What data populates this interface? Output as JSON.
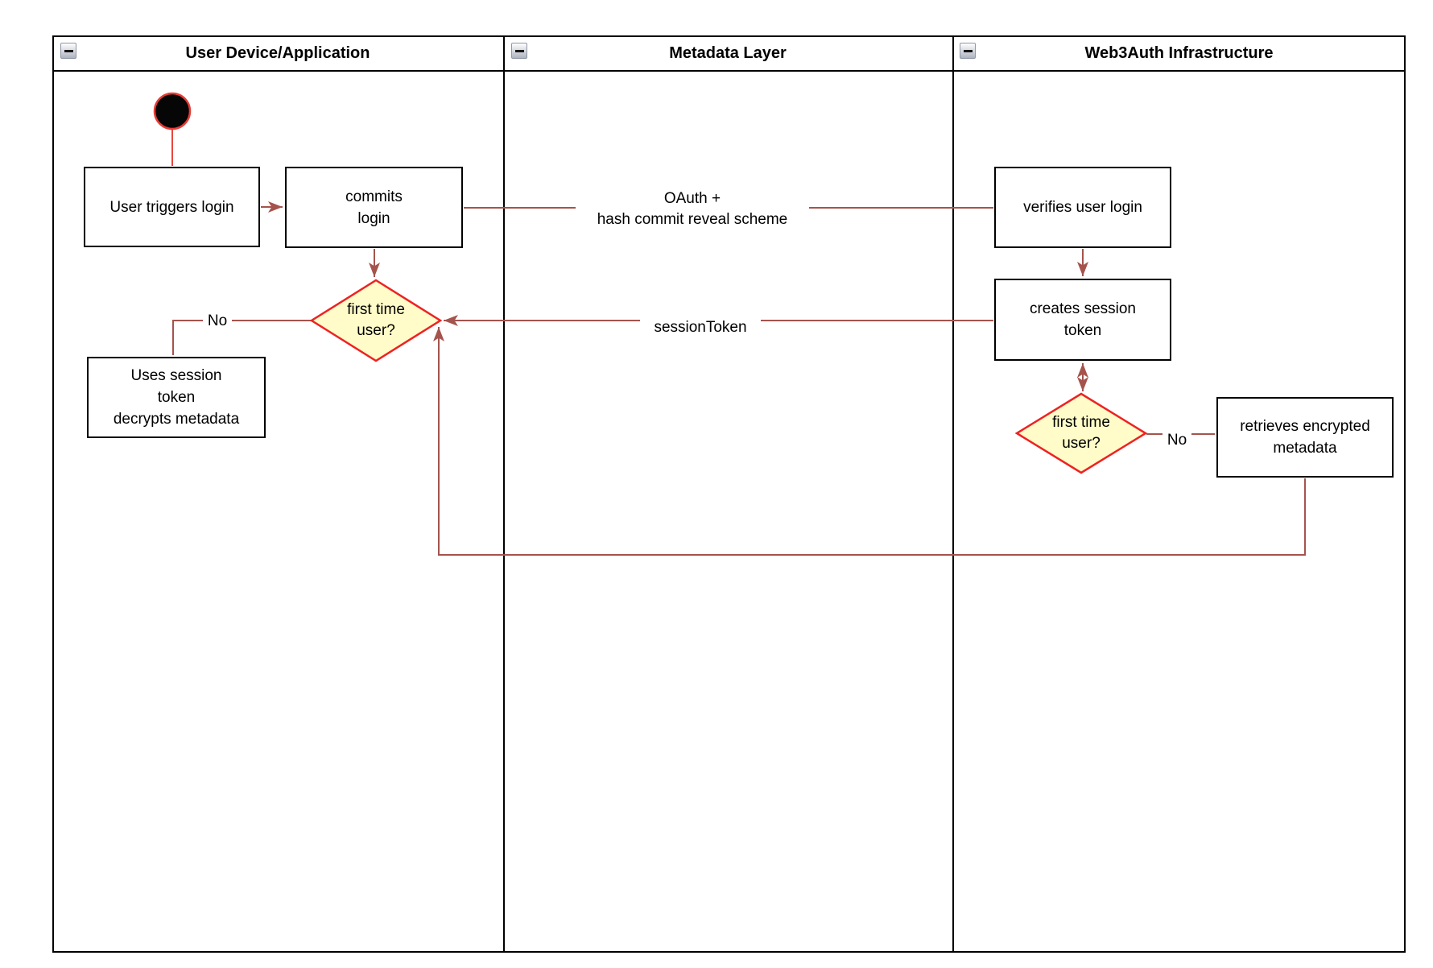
{
  "diagram_title": "Web3Auth login flow swimlane activity diagram",
  "lanes": [
    {
      "title": "User Device/Application"
    },
    {
      "title": "Metadata Layer"
    },
    {
      "title": "Web3Auth Infrastructure"
    }
  ],
  "nodes": {
    "start": {
      "type": "initial-state"
    },
    "user_triggers_login": {
      "label": "User triggers login"
    },
    "commits_login": {
      "label": "commits\nlogin"
    },
    "first_time_user_device": {
      "label": "first time\nuser?"
    },
    "uses_session_token": {
      "label": "Uses session\ntoken\ndecrypts metadata"
    },
    "verifies_user_login": {
      "label": "verifies user login"
    },
    "creates_session_token": {
      "label": "creates session\ntoken"
    },
    "first_time_user_infra": {
      "label": "first time\nuser?"
    },
    "retrieves_encrypted_metadata": {
      "label": "retrieves encrypted\nmetadata"
    }
  },
  "edge_labels": {
    "oauth": "OAuth +\nhash commit reveal scheme",
    "session_token": "sessionToken",
    "no_device": "No",
    "no_infra": "No"
  },
  "colors": {
    "connector": "#a5534d",
    "start_connector": "#e9463f",
    "diamond_border": "#ee2222",
    "diamond_fill": "#fffcc9",
    "node_border": "#000000",
    "node_fill": "#ffffff",
    "start_fill": "#060606",
    "start_ring": "#e83b36",
    "lane_border": "#000000",
    "collapse_icon_border": "#8e96a5"
  }
}
